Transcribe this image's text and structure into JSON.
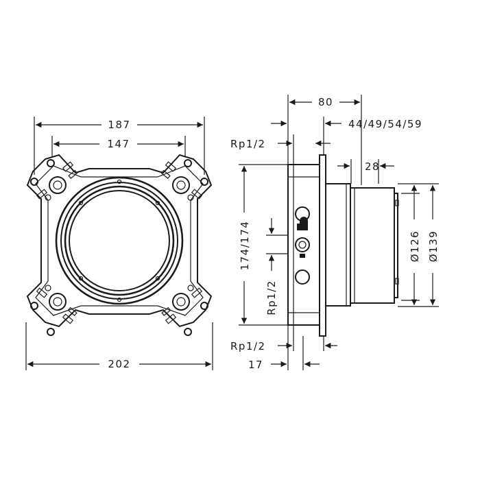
{
  "front_view": {
    "dims": {
      "top_outer": "187",
      "top_inner": "147",
      "bottom": "202"
    }
  },
  "side_view": {
    "dims": {
      "top": "80",
      "depths": "44/49/54/59",
      "rp_top": "Rp1/2",
      "width_28": "28",
      "height": "174/174",
      "rp_mid": "Rp1/2",
      "rp_bottom": "Rp1/2",
      "bottom_17": "17",
      "dia_126": "Ø126",
      "dia_139": "Ø139"
    }
  },
  "colors": {
    "line": "#1a1a1a",
    "background": "#ffffff"
  }
}
